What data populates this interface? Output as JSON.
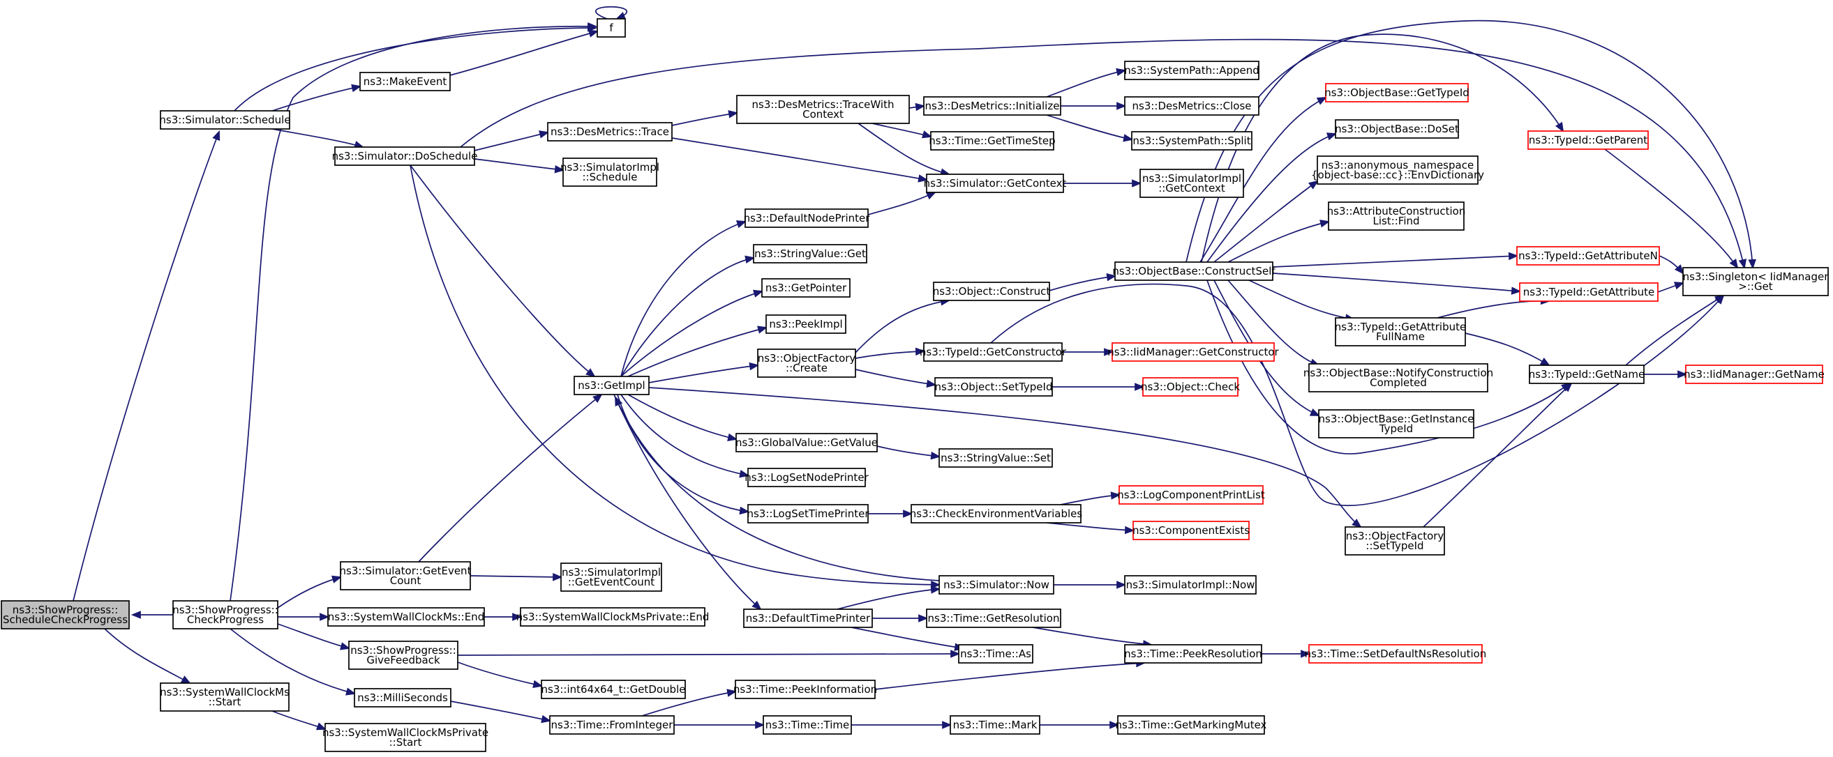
{
  "graph": {
    "colors": {
      "edge": "#191970",
      "node_border": "#000000",
      "truncated_border": "#ff0000",
      "root_fill": "#bfbfbf",
      "node_fill": "#ffffff"
    },
    "nodes": [
      {
        "id": "root",
        "lines": [
          "ns3::ShowProgress::",
          "ScheduleCheckProgress"
        ],
        "style": "root"
      },
      {
        "id": "f",
        "lines": [
          "f"
        ]
      },
      {
        "id": "sim_schedule",
        "lines": [
          "ns3::Simulator::Schedule"
        ]
      },
      {
        "id": "makeevent",
        "lines": [
          "ns3::MakeEvent"
        ]
      },
      {
        "id": "sim_doschedule",
        "lines": [
          "ns3::Simulator::DoSchedule"
        ]
      },
      {
        "id": "desm_trace",
        "lines": [
          "ns3::DesMetrics::Trace"
        ]
      },
      {
        "id": "desm_tracewith",
        "lines": [
          "ns3::DesMetrics::TraceWith",
          "Context"
        ]
      },
      {
        "id": "desm_init",
        "lines": [
          "ns3::DesMetrics::Initialize"
        ]
      },
      {
        "id": "sp_append",
        "lines": [
          "ns3::SystemPath::Append"
        ]
      },
      {
        "id": "desm_close",
        "lines": [
          "ns3::DesMetrics::Close"
        ]
      },
      {
        "id": "sp_split",
        "lines": [
          "ns3::SystemPath::Split"
        ]
      },
      {
        "id": "time_gettimestep",
        "lines": [
          "ns3::Time::GetTimeStep"
        ]
      },
      {
        "id": "simimpl_schedule",
        "lines": [
          "ns3::SimulatorImpl",
          "::Schedule"
        ]
      },
      {
        "id": "sim_getcontext",
        "lines": [
          "ns3::Simulator::GetContext"
        ]
      },
      {
        "id": "simimpl_getcontext",
        "lines": [
          "ns3::SimulatorImpl",
          "::GetContext"
        ]
      },
      {
        "id": "defnodeprinter",
        "lines": [
          "ns3::DefaultNodePrinter"
        ]
      },
      {
        "id": "stringvalue_get",
        "lines": [
          "ns3::StringValue::Get"
        ]
      },
      {
        "id": "getpointer",
        "lines": [
          "ns3::GetPointer"
        ]
      },
      {
        "id": "peekimpl",
        "lines": [
          "ns3::PeekImpl"
        ]
      },
      {
        "id": "objfactory_create",
        "lines": [
          "ns3::ObjectFactory",
          "::Create"
        ]
      },
      {
        "id": "getimpl",
        "lines": [
          "ns3::GetImpl"
        ]
      },
      {
        "id": "globalvalue_getvalue",
        "lines": [
          "ns3::GlobalValue::GetValue"
        ]
      },
      {
        "id": "stringvalue_set",
        "lines": [
          "ns3::StringValue::Set"
        ]
      },
      {
        "id": "logsetnodeprinter",
        "lines": [
          "ns3::LogSetNodePrinter"
        ]
      },
      {
        "id": "logsettimeprinter",
        "lines": [
          "ns3::LogSetTimePrinter"
        ]
      },
      {
        "id": "checkenv",
        "lines": [
          "ns3::CheckEnvironmentVariables"
        ]
      },
      {
        "id": "logcompprintlist",
        "lines": [
          "ns3::LogComponentPrintList"
        ],
        "style": "truncated"
      },
      {
        "id": "compexists",
        "lines": [
          "ns3::ComponentExists"
        ],
        "style": "truncated"
      },
      {
        "id": "sim_now",
        "lines": [
          "ns3::Simulator::Now"
        ]
      },
      {
        "id": "simimpl_now",
        "lines": [
          "ns3::SimulatorImpl::Now"
        ]
      },
      {
        "id": "deftimeprinter",
        "lines": [
          "ns3::DefaultTimePrinter"
        ]
      },
      {
        "id": "time_getres",
        "lines": [
          "ns3::Time::GetResolution"
        ]
      },
      {
        "id": "time_as",
        "lines": [
          "ns3::Time::As"
        ]
      },
      {
        "id": "time_peekres",
        "lines": [
          "ns3::Time::PeekResolution"
        ]
      },
      {
        "id": "time_setdefns",
        "lines": [
          "ns3::Time::SetDefaultNsResolution"
        ],
        "style": "truncated"
      },
      {
        "id": "time_peekinfo",
        "lines": [
          "ns3::Time::PeekInformation"
        ]
      },
      {
        "id": "time_frominteger",
        "lines": [
          "ns3::Time::FromInteger"
        ]
      },
      {
        "id": "time_time",
        "lines": [
          "ns3::Time::Time"
        ]
      },
      {
        "id": "time_mark",
        "lines": [
          "ns3::Time::Mark"
        ]
      },
      {
        "id": "time_getmarkingmutex",
        "lines": [
          "ns3::Time::GetMarkingMutex"
        ]
      },
      {
        "id": "sim_geteventcount",
        "lines": [
          "ns3::Simulator::GetEvent",
          "Count"
        ]
      },
      {
        "id": "simimpl_geteventcount",
        "lines": [
          "ns3::SimulatorImpl",
          "::GetEventCount"
        ]
      },
      {
        "id": "checkprogress",
        "lines": [
          "ns3::ShowProgress::",
          "CheckProgress"
        ]
      },
      {
        "id": "swc_end",
        "lines": [
          "ns3::SystemWallClockMs::End"
        ]
      },
      {
        "id": "swcp_end",
        "lines": [
          "ns3::SystemWallClockMsPrivate::End"
        ]
      },
      {
        "id": "givefeedback",
        "lines": [
          "ns3::ShowProgress::",
          "GiveFeedback"
        ]
      },
      {
        "id": "int64_getdouble",
        "lines": [
          "ns3::int64x64_t::GetDouble"
        ]
      },
      {
        "id": "milliseconds",
        "lines": [
          "ns3::MilliSeconds"
        ]
      },
      {
        "id": "swc_start",
        "lines": [
          "ns3::SystemWallClockMs",
          "::Start"
        ]
      },
      {
        "id": "swcp_start",
        "lines": [
          "ns3::SystemWallClockMsPrivate",
          "::Start"
        ]
      },
      {
        "id": "object_construct",
        "lines": [
          "ns3::Object::Construct"
        ]
      },
      {
        "id": "typeid_getconstructor",
        "lines": [
          "ns3::TypeId::GetConstructor"
        ]
      },
      {
        "id": "iidmgr_getconstructor",
        "lines": [
          "ns3::IidManager::GetConstructor"
        ],
        "style": "truncated"
      },
      {
        "id": "object_settypeid",
        "lines": [
          "ns3::Object::SetTypeId"
        ]
      },
      {
        "id": "object_check",
        "lines": [
          "ns3::Object::Check"
        ],
        "style": "truncated"
      },
      {
        "id": "objbase_constructself",
        "lines": [
          "ns3::ObjectBase::ConstructSelf"
        ]
      },
      {
        "id": "objbase_gettypeid",
        "lines": [
          "ns3::ObjectBase::GetTypeId"
        ],
        "style": "truncated"
      },
      {
        "id": "objbase_doset",
        "lines": [
          "ns3::ObjectBase::DoSet"
        ]
      },
      {
        "id": "anon_envdict",
        "lines": [
          "ns3::anonymous_namespace",
          "{object-base::cc}::EnvDictionary"
        ]
      },
      {
        "id": "attrconstr_find",
        "lines": [
          "ns3::AttributeConstruction",
          "List::Find"
        ]
      },
      {
        "id": "typeid_getattrfullname",
        "lines": [
          "ns3::TypeId::GetAttribute",
          "FullName"
        ]
      },
      {
        "id": "objbase_notify",
        "lines": [
          "ns3::ObjectBase::NotifyConstruction",
          "Completed"
        ]
      },
      {
        "id": "objbase_getinstancetypeid",
        "lines": [
          "ns3::ObjectBase::GetInstance",
          "TypeId"
        ]
      },
      {
        "id": "objfactory_settypeid",
        "lines": [
          "ns3::ObjectFactory",
          "::SetTypeId"
        ]
      },
      {
        "id": "typeid_getparent",
        "lines": [
          "ns3::TypeId::GetParent"
        ],
        "style": "truncated"
      },
      {
        "id": "typeid_getattributen",
        "lines": [
          "ns3::TypeId::GetAttributeN"
        ],
        "style": "truncated"
      },
      {
        "id": "typeid_getattribute",
        "lines": [
          "ns3::TypeId::GetAttribute"
        ],
        "style": "truncated"
      },
      {
        "id": "singleton_get",
        "lines": [
          "ns3::Singleton< IidManager",
          "&gt;::Get"
        ]
      },
      {
        "id": "typeid_getname",
        "lines": [
          "ns3::TypeId::GetName"
        ]
      },
      {
        "id": "iidmgr_getname",
        "lines": [
          "ns3::IidManager::GetName"
        ],
        "style": "truncated"
      }
    ]
  }
}
